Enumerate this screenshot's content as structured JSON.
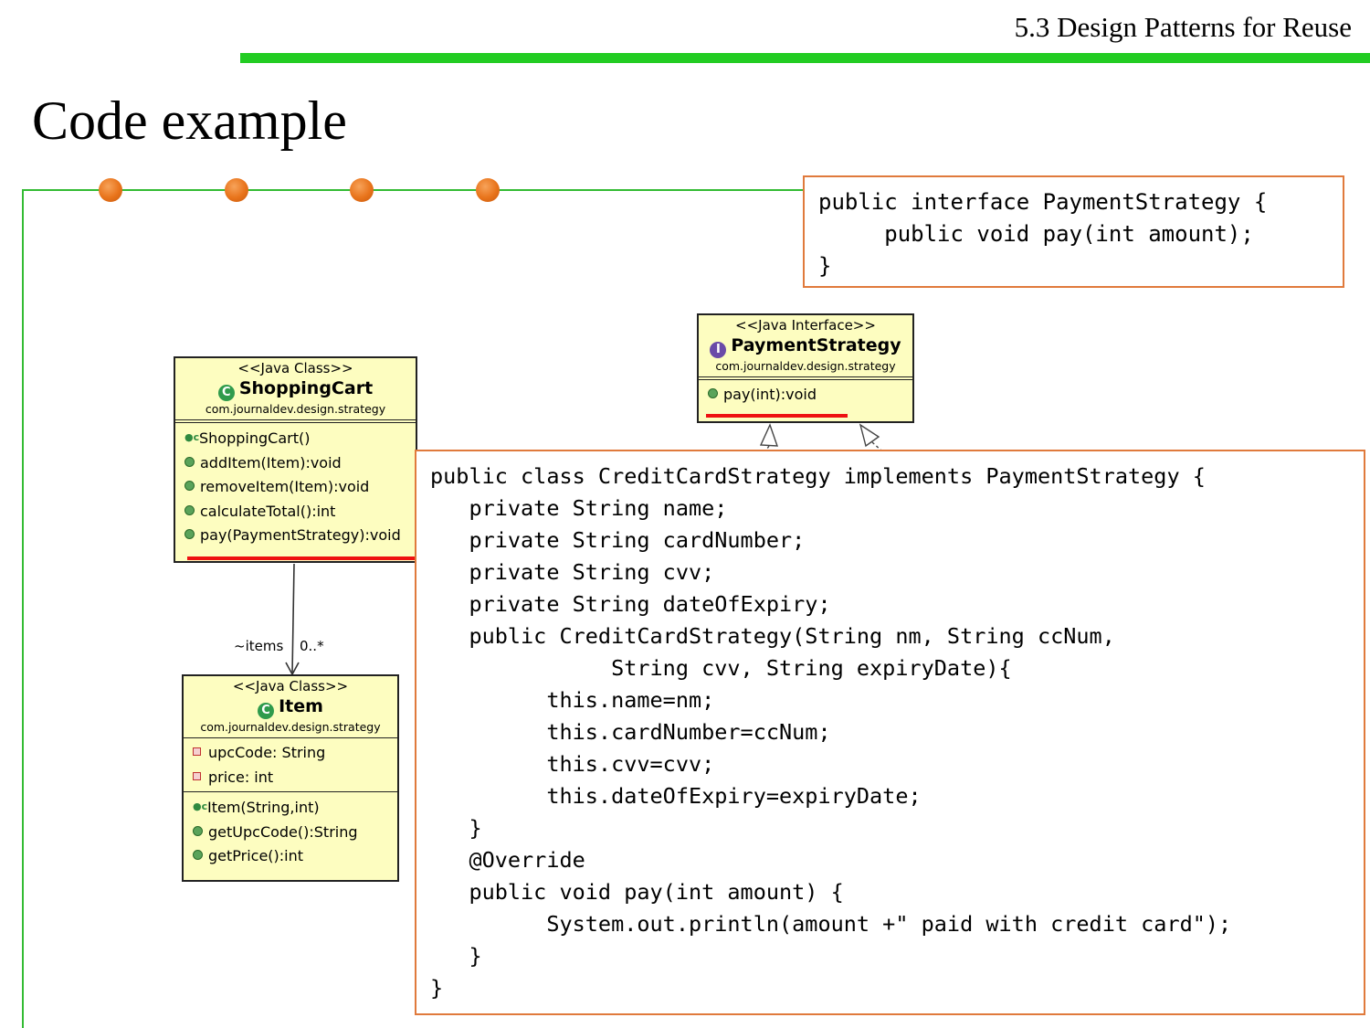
{
  "header": {
    "section_title": "5.3 Design Patterns for Reuse",
    "slide_title": "Code example"
  },
  "colors": {
    "accent_bar": "#22cc22",
    "frame_line": "#33bb33",
    "bullet_dot": "#e8731a",
    "code_border": "#e07a3c",
    "uml_fill": "#fdfdc0",
    "highlight_underline": "#ee1111"
  },
  "interface_code": "public interface PaymentStrategy {\n     public void pay(int amount);\n}",
  "class_code": "public class CreditCardStrategy implements PaymentStrategy {\n   private String name;\n   private String cardNumber;\n   private String cvv;\n   private String dateOfExpiry;\n   public CreditCardStrategy(String nm, String ccNum,\n              String cvv, String expiryDate){\n         this.name=nm;\n         this.cardNumber=ccNum;\n         this.cvv=cvv;\n         this.dateOfExpiry=expiryDate;\n   }\n   @Override\n   public void pay(int amount) {\n         System.out.println(amount +\" paid with credit card\");\n   }\n}",
  "uml": {
    "shopping_cart": {
      "stereotype": "<<Java Class>>",
      "name": "ShoppingCart",
      "package": "com.journaldev.design.strategy",
      "icon": "class-icon",
      "methods": [
        "ShoppingCart()",
        "addItem(Item):void",
        "removeItem(Item):void",
        "calculateTotal():int",
        "pay(PaymentStrategy):void"
      ]
    },
    "payment_strategy": {
      "stereotype": "<<Java Interface>>",
      "name": "PaymentStrategy",
      "package": "com.journaldev.design.strategy",
      "icon": "interface-icon",
      "methods": [
        "pay(int):void"
      ]
    },
    "item": {
      "stereotype": "<<Java Class>>",
      "name": "Item",
      "package": "com.journaldev.design.strategy",
      "icon": "class-icon",
      "fields": [
        "upcCode: String",
        "price: int"
      ],
      "methods": [
        "Item(String,int)",
        "getUpcCode():String",
        "getPrice():int"
      ]
    },
    "association": {
      "role": "~items",
      "multiplicity": "0..*"
    }
  }
}
